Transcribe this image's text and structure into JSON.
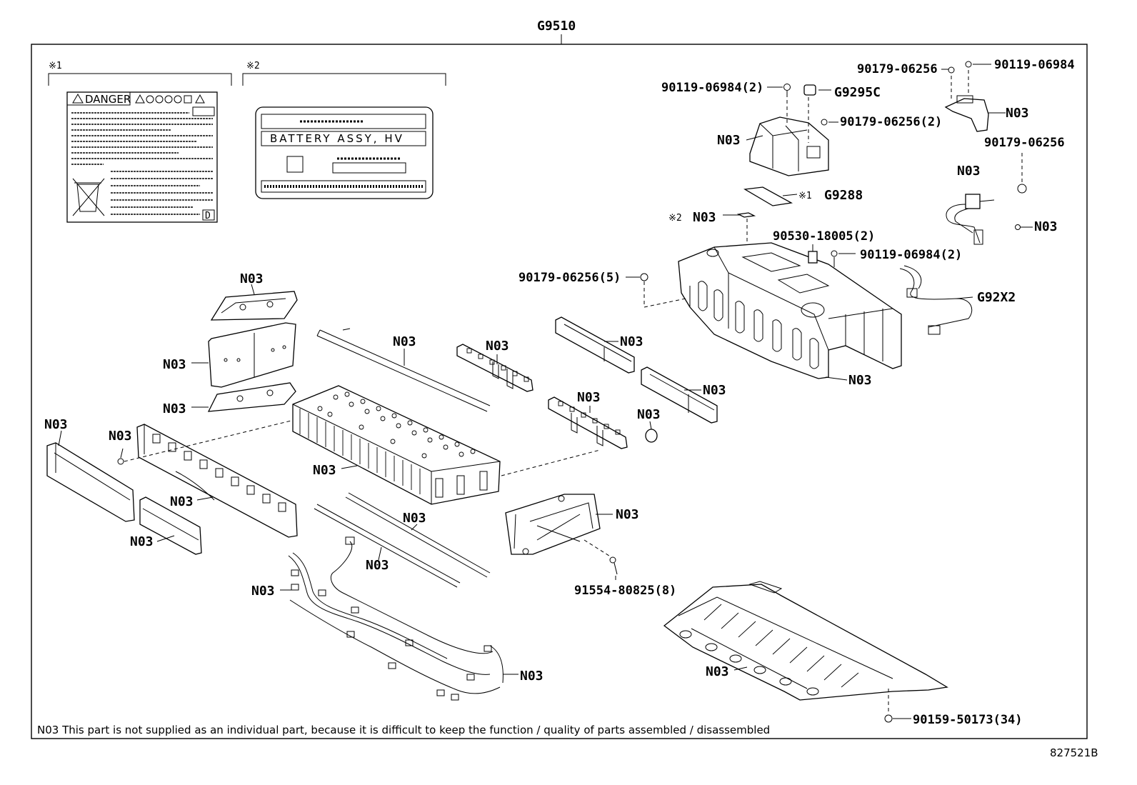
{
  "diagram": {
    "group_code": "G9510",
    "figure_id": "827521B",
    "footnote": "N03 This part is not supplied as an individual part, because it is difficult to keep the function / quality of parts assembled / disassembled",
    "label_1": {
      "marker": "※1",
      "danger": "DANGER",
      "corner": "D"
    },
    "label_2": {
      "marker": "※2",
      "text": "BATTERY ASSY, HV"
    },
    "callouts": {
      "n03": "N03",
      "g9295c": "G9295C",
      "g9288": "G9288",
      "g92x2": "G92X2",
      "bolt_90119_2": "90119-06984(2)",
      "bolt_90119": "90119-06984",
      "nut_90179": "90179-06256",
      "nut_90179_2": "90179-06256(2)",
      "nut_90179_5": "90179-06256(5)",
      "clip_90530_2": "90530-18005(2)",
      "bolt_91554_8": "91554-80825(8)",
      "bolt_90159_34": "90159-50173(34)",
      "mark_1": "※1",
      "mark_2": "※2"
    }
  }
}
